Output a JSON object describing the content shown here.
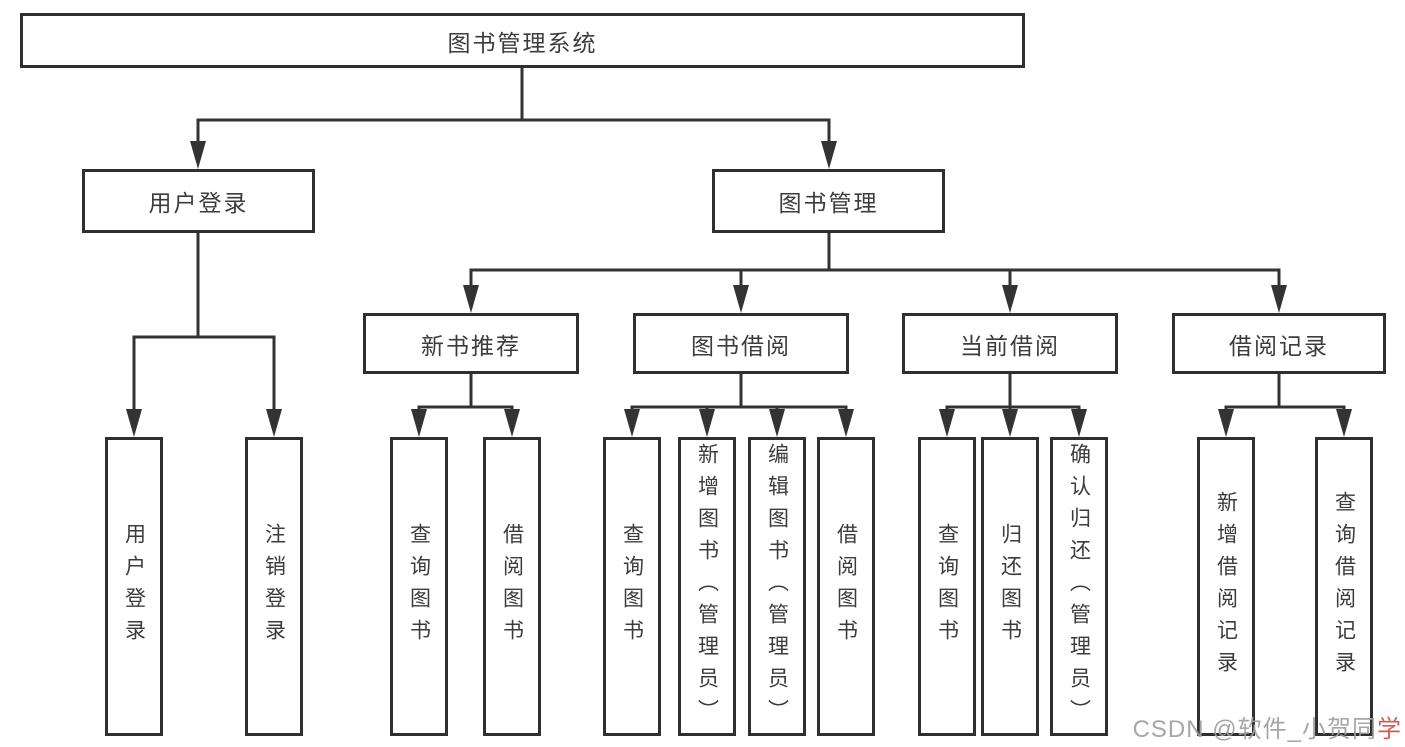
{
  "diagram": {
    "root": {
      "label": "图书管理系统",
      "children": [
        {
          "label": "用户登录",
          "children": [
            {
              "label": "用户登录"
            },
            {
              "label": "注销登录"
            }
          ]
        },
        {
          "label": "图书管理",
          "children": [
            {
              "label": "新书推荐",
              "children": [
                {
                  "label": "查询图书"
                },
                {
                  "label": "借阅图书"
                }
              ]
            },
            {
              "label": "图书借阅",
              "children": [
                {
                  "label": "查询图书"
                },
                {
                  "label": "新增图书（管理员）"
                },
                {
                  "label": "编辑图书（管理员）"
                },
                {
                  "label": "借阅图书"
                }
              ]
            },
            {
              "label": "当前借阅",
              "children": [
                {
                  "label": "查询图书"
                },
                {
                  "label": "归还图书"
                },
                {
                  "label": "确认归还（管理员）"
                }
              ]
            },
            {
              "label": "借阅记录",
              "children": [
                {
                  "label": "新增借阅记录"
                },
                {
                  "label": "查询借阅记录"
                }
              ]
            }
          ]
        }
      ]
    },
    "colors": {
      "line": "#333333",
      "border": "#2f2f2f",
      "text": "#3c3c3c"
    }
  },
  "watermark": {
    "prefix": "CSDN @",
    "name": "软件_小贺同",
    "accent": "学",
    "gray": "#9f9f9f",
    "red": "#d44a42"
  }
}
